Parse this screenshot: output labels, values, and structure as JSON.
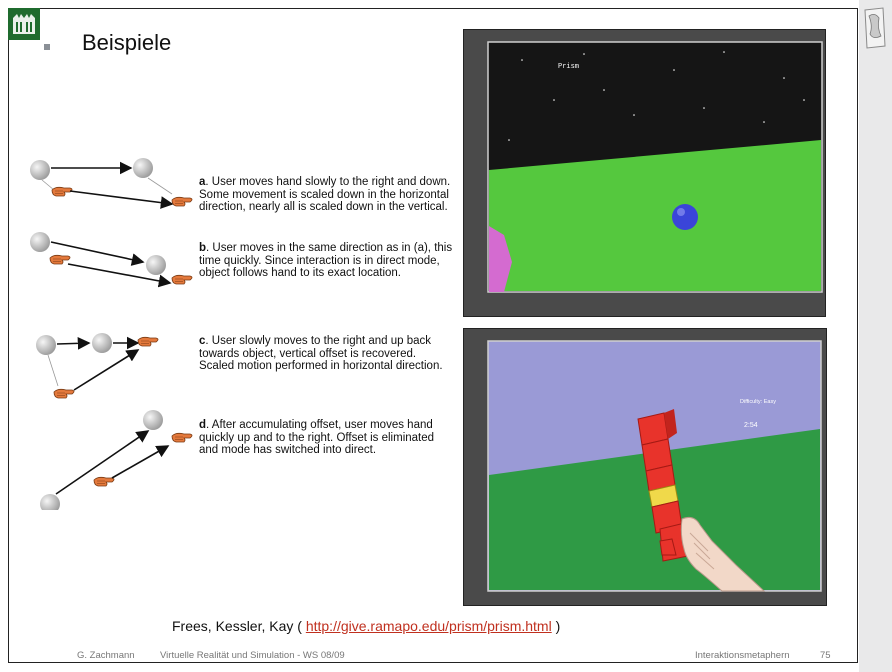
{
  "slide": {
    "title": "Beispiele"
  },
  "descriptions": {
    "a": {
      "letter": "a",
      "text": "User moves hand slowly to the right and down. Some movement is scaled down in the horizontal direction, nearly all is scaled down in the vertical."
    },
    "b": {
      "letter": "b",
      "text": "User moves in the same direction as in (a), this time quickly. Since interaction is in direct mode, object follows hand to its exact location."
    },
    "c": {
      "letter": "c",
      "text": "User slowly moves to the right and up back towards object, vertical offset is recovered. Scaled motion performed in horizontal direction."
    },
    "d": {
      "letter": "d",
      "text": "After accumulating offset, user moves hand quickly up and to the right. Offset is eliminated and mode has switched into direct."
    }
  },
  "video1": {
    "label": "Prism"
  },
  "video2": {
    "difficulty": "Difficulty: Easy",
    "timer": "2:54"
  },
  "caption": {
    "prefix": "Frees, Kessler, Kay ( ",
    "link": "http://give.ramapo.edu/prism/prism.html",
    "suffix": " )"
  },
  "footer": {
    "author": "G. Zachmann",
    "course": "Virtuelle Realität und Simulation  - WS 08/09",
    "topic": "Interaktionsmetaphern",
    "page": "75"
  },
  "colors": {
    "sky1": "#151515",
    "ground1": "#55c83e",
    "sky2": "#9a9ad6",
    "ground2": "#2f9a45",
    "link": "#c0301f",
    "sidebar": "#e9e9ea"
  }
}
